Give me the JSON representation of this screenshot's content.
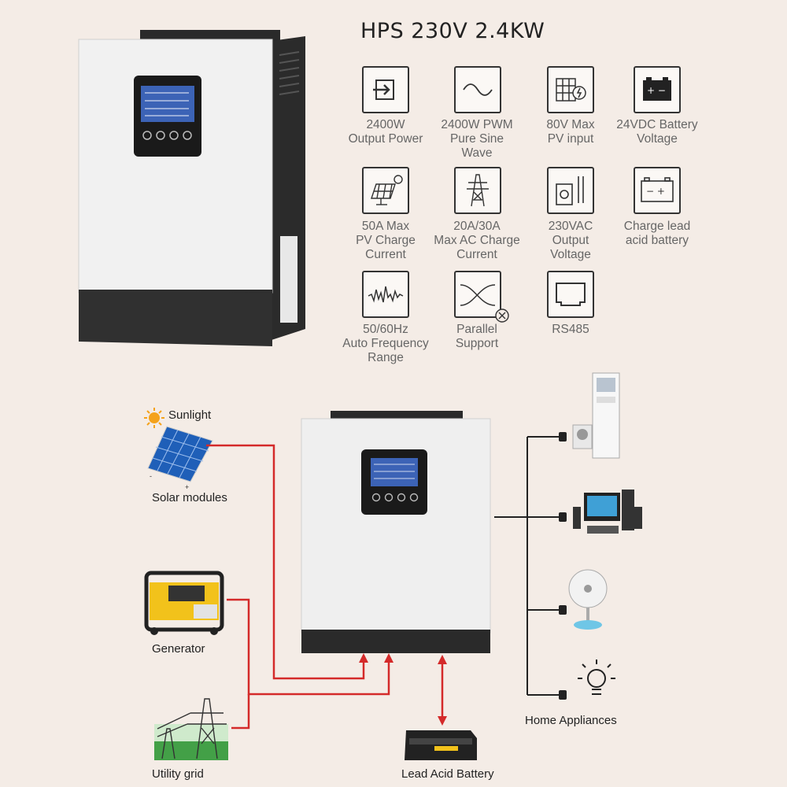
{
  "title": "HPS 230V 2.4KW",
  "features": [
    {
      "icon": "output-arrow-icon",
      "label": "2400W\nOutput Power"
    },
    {
      "icon": "sine-wave-icon",
      "label": "2400W PWM\nPure Sine\nWave"
    },
    {
      "icon": "solar-panel-icon",
      "label": "80V Max\nPV input"
    },
    {
      "icon": "battery-icon",
      "label": "24VDC Battery\nVoltage"
    },
    {
      "icon": "sun-solar-panel-icon",
      "label": "50A Max\nPV Charge\nCurrent"
    },
    {
      "icon": "power-tower-icon",
      "label": "20A/30A\nMax AC Charge\nCurrent"
    },
    {
      "icon": "ac-meter-icon",
      "label": "230VAC\nOutput\nVoltage"
    },
    {
      "icon": "lead-battery-icon",
      "label": "Charge lead\nacid battery"
    },
    {
      "icon": "frequency-wave-icon",
      "label": "50/60Hz\nAuto Frequency\nRange"
    },
    {
      "icon": "parallel-icon",
      "label": "Parallel\nSupport"
    },
    {
      "icon": "rs485-port-icon",
      "label": "RS485"
    }
  ],
  "diagram": {
    "sunlight": "Sunlight",
    "solar": "Solar modules",
    "generator": "Generator",
    "grid": "Utility grid",
    "battery": "Lead Acid Battery",
    "appliances": "Home Appliances"
  },
  "colors": {
    "wire_red": "#d42a2a",
    "wire_black": "#222222",
    "inverter_body": "#eeeeee",
    "inverter_dark": "#2a2a2a"
  }
}
